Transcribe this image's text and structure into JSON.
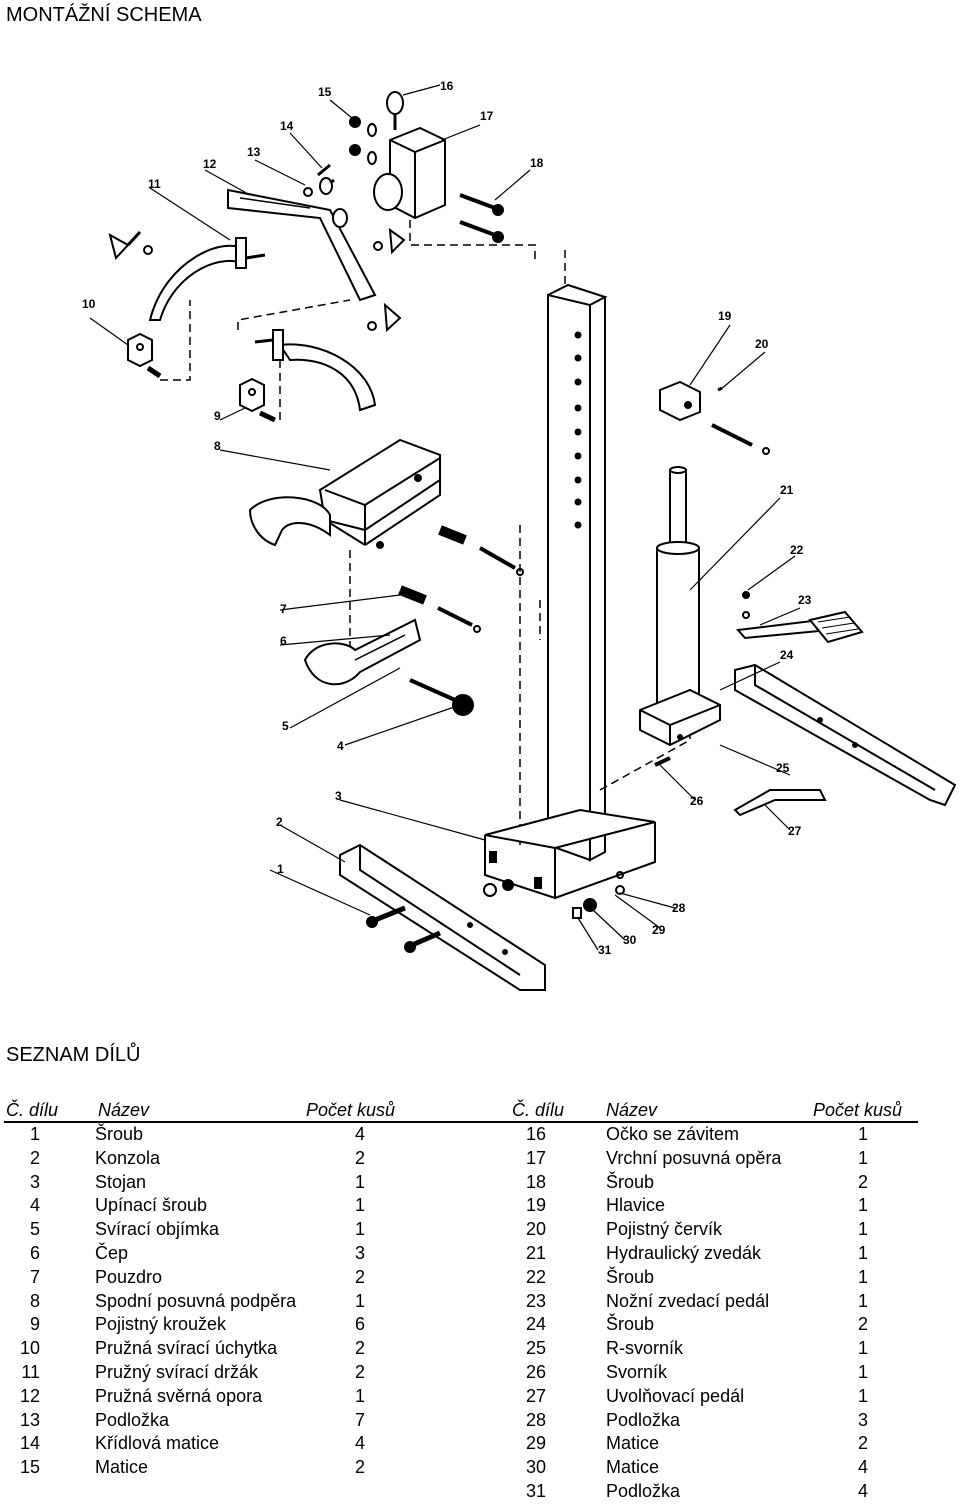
{
  "title": "MONTÁŽNÍ SCHEMA",
  "subtitle": "SEZNAM DÍLŮ",
  "table": {
    "headers": {
      "number": "Č. dílu",
      "name": "Název",
      "count": "Počet kusů"
    },
    "rows": [
      {
        "left": {
          "num": "1",
          "name": "Šroub",
          "qty": "4"
        },
        "right": {
          "num": "16",
          "name": "Očko se závitem",
          "qty": "1"
        }
      },
      {
        "left": {
          "num": "2",
          "name": "Konzola",
          "qty": "2"
        },
        "right": {
          "num": "17",
          "name": "Vrchní posuvná opěra",
          "qty": "1"
        }
      },
      {
        "left": {
          "num": "3",
          "name": "Stojan",
          "qty": "1"
        },
        "right": {
          "num": "18",
          "name": "Šroub",
          "qty": "2"
        }
      },
      {
        "left": {
          "num": "4",
          "name": "Upínací šroub",
          "qty": "1"
        },
        "right": {
          "num": "19",
          "name": "Hlavice",
          "qty": "1"
        }
      },
      {
        "left": {
          "num": "5",
          "name": "Svírací objímka",
          "qty": "1"
        },
        "right": {
          "num": "20",
          "name": "Pojistný červík",
          "qty": "1"
        }
      },
      {
        "left": {
          "num": "6",
          "name": "Čep",
          "qty": "3"
        },
        "right": {
          "num": "21",
          "name": "Hydraulický zvedák",
          "qty": "1"
        }
      },
      {
        "left": {
          "num": "7",
          "name": "Pouzdro",
          "qty": "2"
        },
        "right": {
          "num": "22",
          "name": "Šroub",
          "qty": "1"
        }
      },
      {
        "left": {
          "num": "8",
          "name": "Spodní posuvná podpěra",
          "qty": "1"
        },
        "right": {
          "num": "23",
          "name": "Nožní zvedací pedál",
          "qty": "1"
        }
      },
      {
        "left": {
          "num": "9",
          "name": "Pojistný kroužek",
          "qty": "6"
        },
        "right": {
          "num": "24",
          "name": "Šroub",
          "qty": "2"
        }
      },
      {
        "left": {
          "num": "10",
          "name": "Pružná svírací úchytka",
          "qty": "2"
        },
        "right": {
          "num": "25",
          "name": "R-svorník",
          "qty": "1"
        }
      },
      {
        "left": {
          "num": "11",
          "name": "Pružný svírací držák",
          "qty": "2"
        },
        "right": {
          "num": "26",
          "name": "Svorník",
          "qty": "1"
        }
      },
      {
        "left": {
          "num": "12",
          "name": "Pružná svěrná opora",
          "qty": "1"
        },
        "right": {
          "num": "27",
          "name": "Uvolňovací pedál",
          "qty": "1"
        }
      },
      {
        "left": {
          "num": "13",
          "name": "Podložka",
          "qty": "7"
        },
        "right": {
          "num": "28",
          "name": "Podložka",
          "qty": "3"
        }
      },
      {
        "left": {
          "num": "14",
          "name": "Křídlová matice",
          "qty": "4"
        },
        "right": {
          "num": "29",
          "name": "Matice",
          "qty": "2"
        }
      },
      {
        "left": {
          "num": "15",
          "name": "Matice",
          "qty": "2"
        },
        "right": {
          "num": "30",
          "name": "Matice",
          "qty": "4"
        }
      },
      {
        "left": null,
        "right": {
          "num": "31",
          "name": "Podložka",
          "qty": "4"
        }
      }
    ]
  },
  "diagram": {
    "callouts": [
      "1",
      "2",
      "3",
      "4",
      "5",
      "6",
      "7",
      "8",
      "9",
      "10",
      "11",
      "12",
      "13",
      "14",
      "15",
      "16",
      "17",
      "18",
      "19",
      "20",
      "21",
      "22",
      "23",
      "24",
      "25",
      "26",
      "27",
      "28",
      "29",
      "30",
      "31"
    ]
  }
}
